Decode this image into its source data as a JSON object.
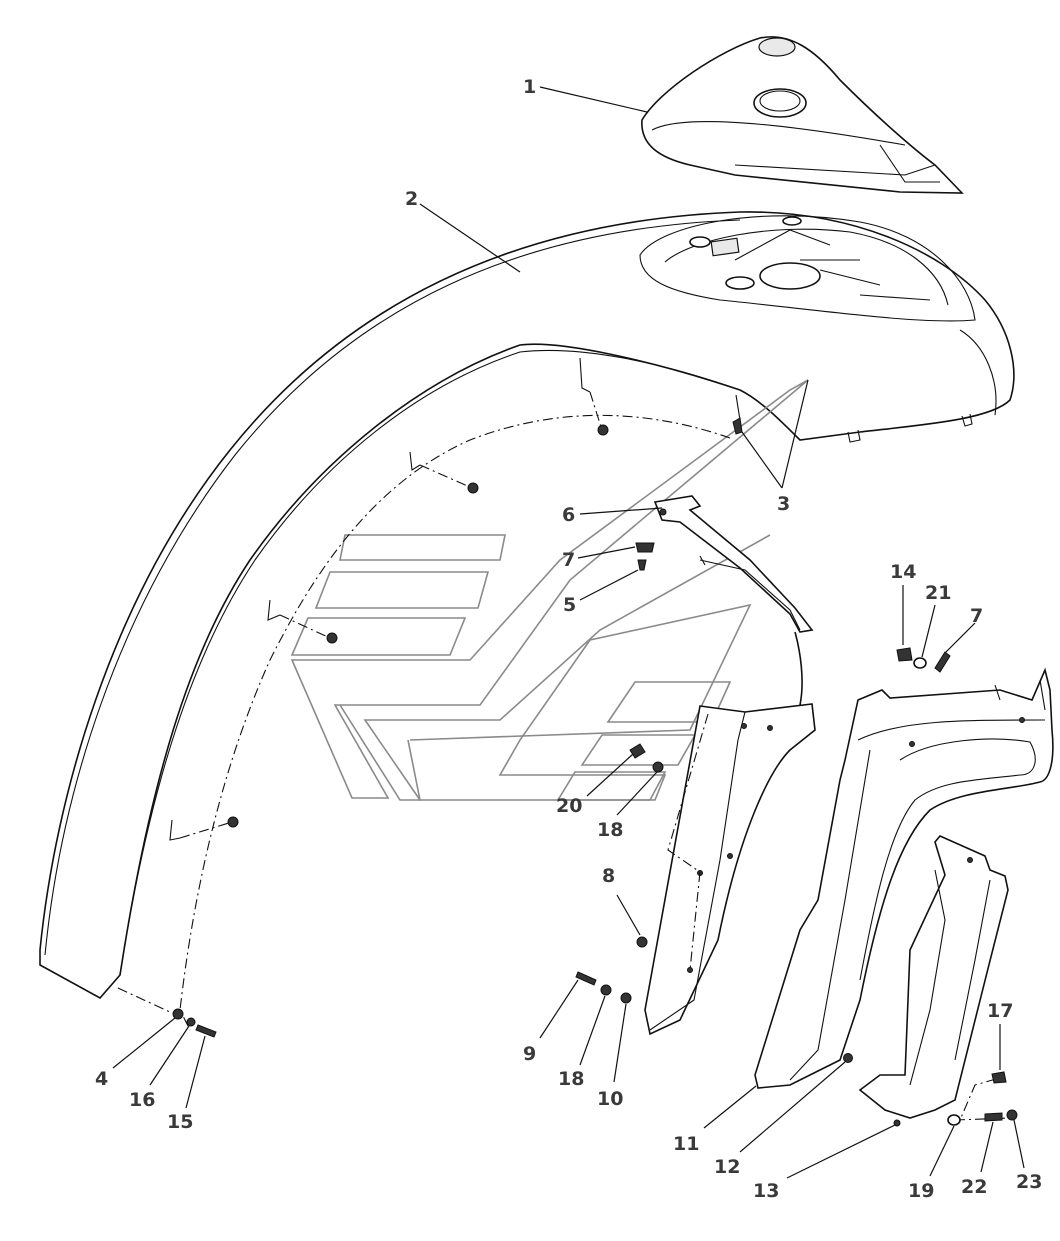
{
  "diagram": {
    "callouts": [
      {
        "id": "c1",
        "text": "1"
      },
      {
        "id": "c2",
        "text": "2"
      },
      {
        "id": "c3",
        "text": "3"
      },
      {
        "id": "c6",
        "text": "6"
      },
      {
        "id": "c7a",
        "text": "7"
      },
      {
        "id": "c5",
        "text": "5"
      },
      {
        "id": "c14",
        "text": "14"
      },
      {
        "id": "c21",
        "text": "21"
      },
      {
        "id": "c7b",
        "text": "7"
      },
      {
        "id": "c20",
        "text": "20"
      },
      {
        "id": "c18a",
        "text": "18"
      },
      {
        "id": "c8",
        "text": "8"
      },
      {
        "id": "c9",
        "text": "9"
      },
      {
        "id": "c18b",
        "text": "18"
      },
      {
        "id": "c10",
        "text": "10"
      },
      {
        "id": "c4",
        "text": "4"
      },
      {
        "id": "c16",
        "text": "16"
      },
      {
        "id": "c15",
        "text": "15"
      },
      {
        "id": "c11",
        "text": "11"
      },
      {
        "id": "c12",
        "text": "12"
      },
      {
        "id": "c13",
        "text": "13"
      },
      {
        "id": "c17",
        "text": "17"
      },
      {
        "id": "c19",
        "text": "19"
      },
      {
        "id": "c22",
        "text": "22"
      },
      {
        "id": "c23",
        "text": "23"
      }
    ]
  }
}
